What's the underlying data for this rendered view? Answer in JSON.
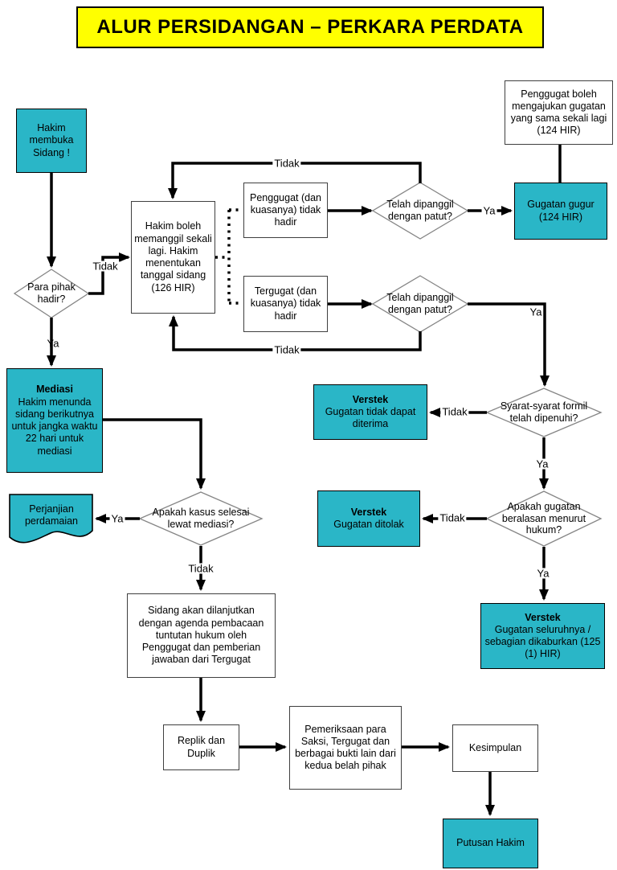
{
  "title": "ALUR PERSIDANGAN – PERKARA PERDATA",
  "colors": {
    "accent_teal": "#2AB6C7",
    "title_yellow": "#FFFF00",
    "arrow_black": "#000000"
  },
  "edge_labels": {
    "ya": "Ya",
    "tidak": "Tidak"
  },
  "nodes": {
    "hakim_membuka": {
      "text": "Hakim membuka Sidang !"
    },
    "penggugat_boleh": {
      "text": "Penggugat boleh mengajukan gugatan yang sama sekali lagi (124 HIR)"
    },
    "gugatan_gugur": {
      "text": "Gugatan gugur (124 HIR)"
    },
    "hakim_boleh": {
      "text": "Hakim boleh memanggil sekali lagi. Hakim menentukan tanggal sidang (126 HIR)"
    },
    "penggugat_tidak_hadir": {
      "text": "Penggugat (dan kuasanya) tidak hadir"
    },
    "tergugat_tidak_hadir": {
      "text": "Tergugat (dan kuasanya) tidak hadir"
    },
    "telah_dipanggil_1": {
      "text": "Telah dipanggil dengan patut?"
    },
    "telah_dipanggil_2": {
      "text": "Telah dipanggil dengan patut?"
    },
    "para_pihak": {
      "text": "Para pihak hadir?"
    },
    "mediasi": {
      "title": "Mediasi",
      "body": "Hakim menunda sidang berikutnya untuk jangka waktu 22 hari untuk mediasi"
    },
    "verstek_tidak_diterima": {
      "title": "Verstek",
      "body": "Gugatan tidak dapat diterima"
    },
    "syarat_formil": {
      "text": "Syarat-syarat formil telah dipenuhi?"
    },
    "perjanjian": {
      "text": "Perjanjian perdamaian"
    },
    "kasus_selesai": {
      "text": "Apakah kasus selesai lewat mediasi?"
    },
    "verstek_ditolak": {
      "title": "Verstek",
      "body": "Gugatan ditolak"
    },
    "gugatan_beralasan": {
      "text": "Apakah gugatan beralasan menurut hukum?"
    },
    "sidang_lanjut": {
      "text": "Sidang akan dilanjutkan dengan agenda pembacaan tuntutan hukum oleh Penggugat dan pemberian jawaban dari Tergugat"
    },
    "verstek_dikabulkan": {
      "title": "Verstek",
      "body": "Gugatan seluruhnya / sebagian dikaburkan (125 (1) HIR)"
    },
    "replik": {
      "text": "Replik dan Duplik"
    },
    "pemeriksaan": {
      "text": "Pemeriksaan para Saksi, Tergugat dan berbagai bukti lain dari kedua belah pihak"
    },
    "kesimpulan": {
      "text": "Kesimpulan"
    },
    "putusan": {
      "text": "Putusan Hakim"
    }
  }
}
